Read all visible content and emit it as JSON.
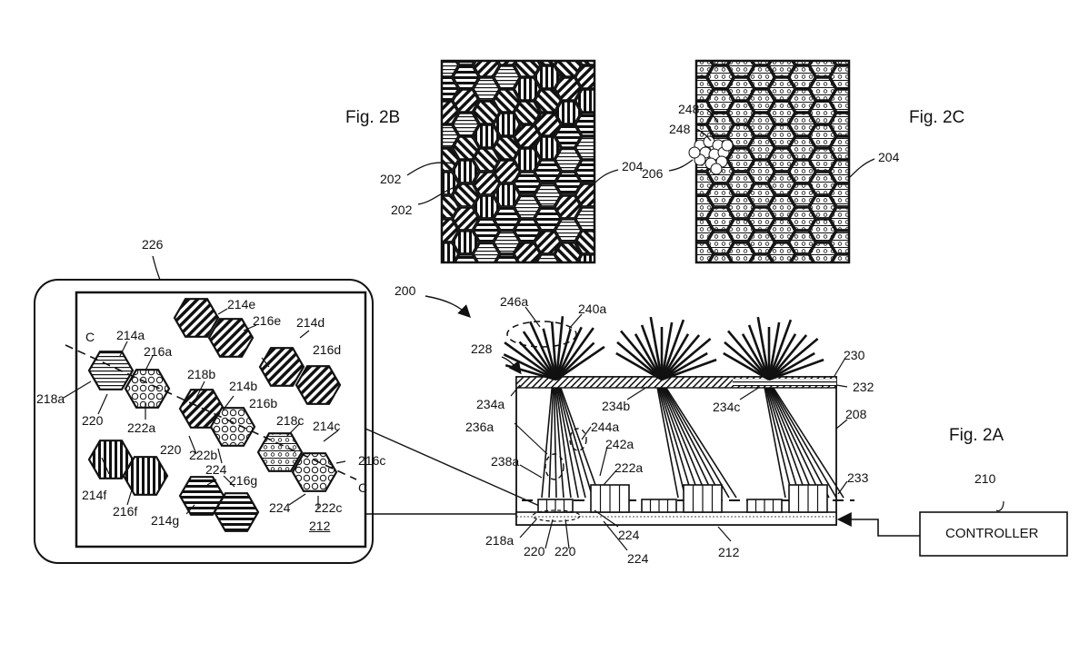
{
  "figures": {
    "fig2a": "Fig. 2A",
    "fig2b": "Fig. 2B",
    "fig2c": "Fig. 2C"
  },
  "controller": {
    "label": "CONTROLLER",
    "ref": "210"
  },
  "refs": {
    "r200": "200",
    "r202a": "202",
    "r202b": "202",
    "r204a": "204",
    "r204b": "204",
    "r206": "206",
    "r248a": "248",
    "r248b": "248",
    "r208": "208",
    "r212": "212",
    "r226": "226",
    "r228": "228",
    "r230": "230",
    "r232": "232",
    "r233": "233",
    "r234a": "234a",
    "r234b": "234b",
    "r234c": "234c",
    "r236a": "236a",
    "r238a": "238a",
    "r240a": "240a",
    "r242a": "242a",
    "r244a": "244a",
    "r246a": "246a",
    "r222a_main": "222a",
    "r218a_main": "218a",
    "r220_main1": "220",
    "r220_main2": "220",
    "r224_main1": "224",
    "r224_main2": "224",
    "i214a": "214a",
    "i214b": "214b",
    "i214c": "214c",
    "i214d": "214d",
    "i214e": "214e",
    "i214f": "214f",
    "i214g": "214g",
    "i216a": "216a",
    "i216b": "216b",
    "i216c": "216c",
    "i216d": "216d",
    "i216e": "216e",
    "i216f": "216f",
    "i216g": "216g",
    "i218a": "218a",
    "i218b": "218b",
    "i218c": "218c",
    "i220a": "220",
    "i220b": "220",
    "i222a": "222a",
    "i222b": "222b",
    "i222c": "222c",
    "i224a": "224",
    "i224b": "224",
    "i212": "212",
    "iC1": "C",
    "iC2": "C"
  },
  "colors": {
    "ink": "#111111",
    "background": "#ffffff"
  }
}
